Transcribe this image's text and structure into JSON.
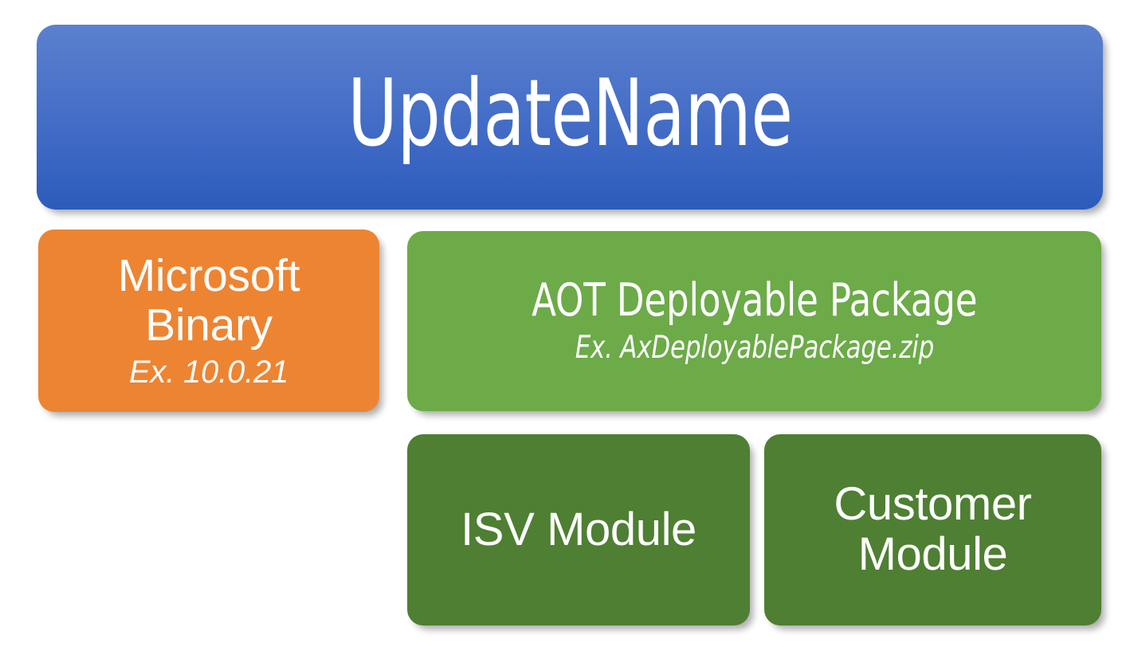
{
  "diagram": {
    "type": "block-hierarchy",
    "title": "UpdateName package composition",
    "background_color": "#FFFFFF",
    "nodes": {
      "update_name": {
        "label": "UpdateName",
        "color_top": "#5B80CE",
        "color_bottom": "#2B5CBB",
        "text_color": "#FFFFFF"
      },
      "microsoft_binary": {
        "label": "Microsoft\nBinary",
        "sublabel": "Ex. 10.0.21",
        "color": "#ED8432",
        "text_color": "#FFFFFF"
      },
      "aot_deployable_package": {
        "label": "AOT Deployable Package",
        "sublabel": "Ex. AxDeployablePackage.zip",
        "color": "#6CAB48",
        "text_color": "#FFFFFF"
      },
      "isv_module": {
        "label": "ISV Module",
        "color": "#4E7F32",
        "text_color": "#FFFFFF"
      },
      "customer_module": {
        "label": "Customer\nModule",
        "color": "#4E7F32",
        "text_color": "#FFFFFF"
      }
    }
  }
}
